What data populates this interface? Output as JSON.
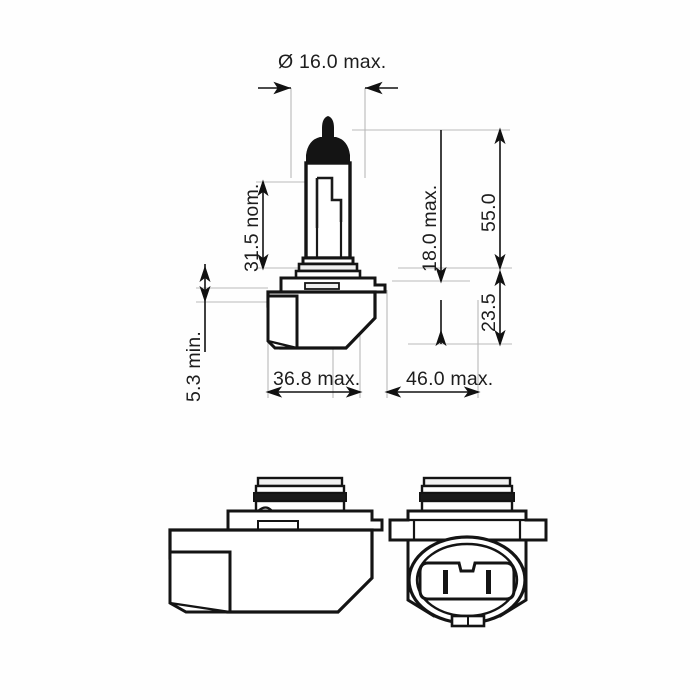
{
  "drawing": {
    "title": "Automotive halogen bulb dimensional drawing",
    "units": "mm",
    "background_color": "#fefefe",
    "line_color": "#1a1a1a",
    "extension_line_color": "#b9b9b9",
    "text_color": "#1d1d1d"
  },
  "dimensions": {
    "diameter_top": "Ø 16.0 max.",
    "height_31_5": "31.5 nom.",
    "height_5_3": "5.3 min.",
    "height_18_0": "18.0 max.",
    "height_55_0": "55.0",
    "height_23_5": "23.5",
    "width_36_8": "36.8 max.",
    "width_46_0": "46.0 max."
  },
  "views": {
    "main": "side-elevation-with-dimensions",
    "bottom_left": "base-side-view",
    "bottom_right": "base-front-view-connector"
  },
  "connector": {
    "terminal_count": 2,
    "terminal_shape": "blade",
    "socket_shape": "rounded-rectangle-with-key-notch"
  }
}
